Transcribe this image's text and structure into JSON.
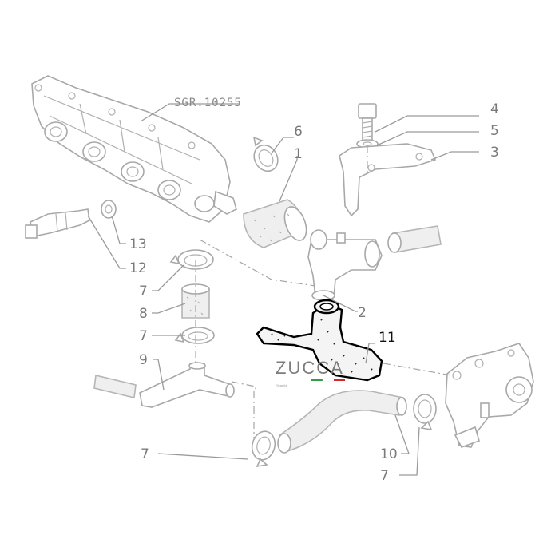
{
  "reference": "SGR.10255",
  "brand": {
    "name": "ZUCCA",
    "tagline": "Ricambi",
    "flag_colors": [
      "#2f9e44",
      "#ffffff",
      "#d62828"
    ]
  },
  "callouts": {
    "c4": "4",
    "c5": "5",
    "c3": "3",
    "c6": "6",
    "c1": "1",
    "c13": "13",
    "c12": "12",
    "c7a": "7",
    "c8": "8",
    "c7b": "7",
    "c2": "2",
    "c11": "11",
    "c9": "9",
    "c10": "10",
    "c7c": "7",
    "c7d": "7"
  },
  "highlighted_part": "11"
}
